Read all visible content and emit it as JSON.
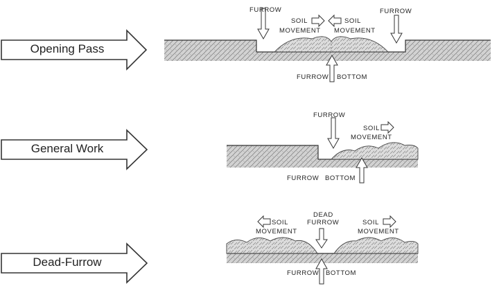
{
  "panels": {
    "opening_pass": {
      "title": "Opening Pass",
      "furrow_left": "FURROW",
      "furrow_right": "FURROW",
      "soil_left_1": "SOIL",
      "soil_left_2": "MOVEMENT",
      "soil_right_1": "SOIL",
      "soil_right_2": "MOVEMENT",
      "bottom_1": "FURROW",
      "bottom_2": "BOTTOM"
    },
    "general_work": {
      "title": "General Work",
      "furrow": "FURROW",
      "soil_1": "SOIL",
      "soil_2": "MOVEMENT",
      "bottom_1": "FURROW",
      "bottom_2": "BOTTOM"
    },
    "dead_furrow": {
      "title": "Dead-Furrow",
      "dead_1": "DEAD",
      "dead_2": "FURROW",
      "soil_left_1": "SOIL",
      "soil_left_2": "MOVEMENT",
      "soil_right_1": "SOIL",
      "soil_right_2": "MOVEMENT",
      "bottom_1": "FURROW",
      "bottom_2": "BOTTOM"
    }
  },
  "colors": {
    "ink": "#222222",
    "soil_fill": "#c9c9c9",
    "arrow_fill": "#ffffff"
  }
}
